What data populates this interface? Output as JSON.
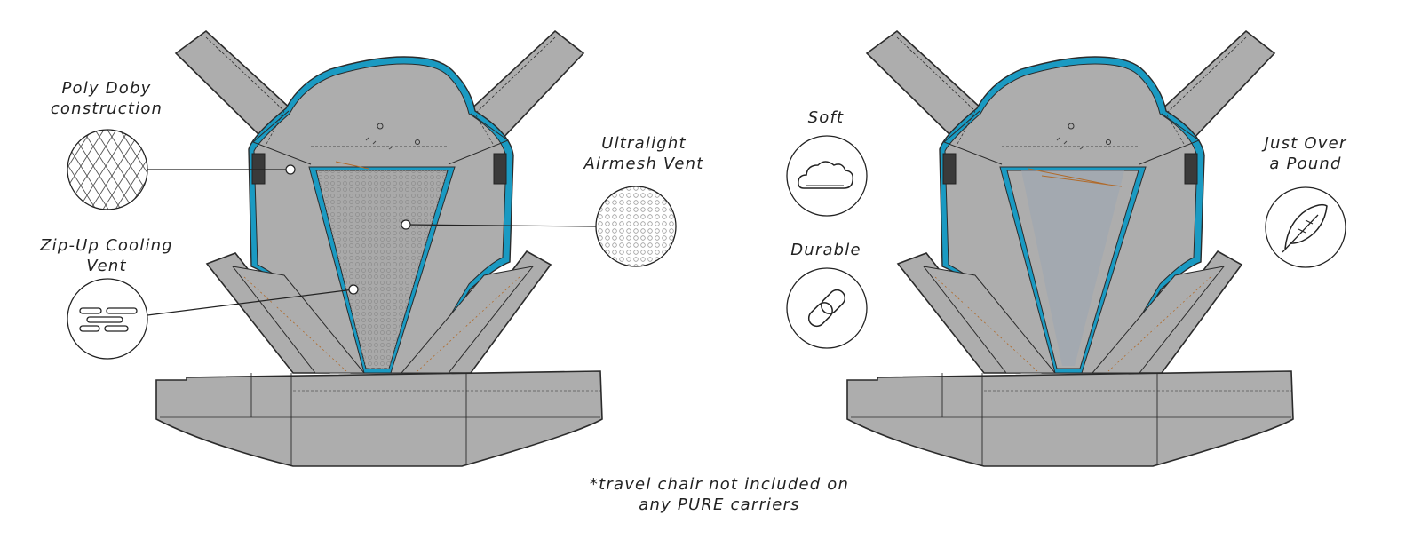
{
  "left_carrier": {
    "callouts": {
      "poly_doby": [
        "Poly Doby",
        "construction"
      ],
      "airmesh": [
        "Ultralight",
        "Airmesh Vent"
      ],
      "zip_vent": [
        "Zip-Up Cooling",
        "Vent"
      ]
    }
  },
  "right_carrier": {
    "features": {
      "soft": "Soft",
      "durable": "Durable",
      "weight": [
        "Just Over",
        "a Pound"
      ]
    }
  },
  "footnote": [
    "*travel chair not included on",
    "any PURE carriers"
  ],
  "colors": {
    "fabric": "#adadad",
    "outline": "#2b2b2b",
    "trim": "#1a9ac2",
    "mesh": "#a9a9a9",
    "ink": "#222222"
  },
  "icons": {
    "poly_doby": "diamond-weave-icon",
    "airmesh": "mesh-pattern-icon",
    "zip_vent": "zipper-lines-icon",
    "soft": "cloud-icon",
    "durable": "chain-link-icon",
    "weight": "feather-icon"
  }
}
